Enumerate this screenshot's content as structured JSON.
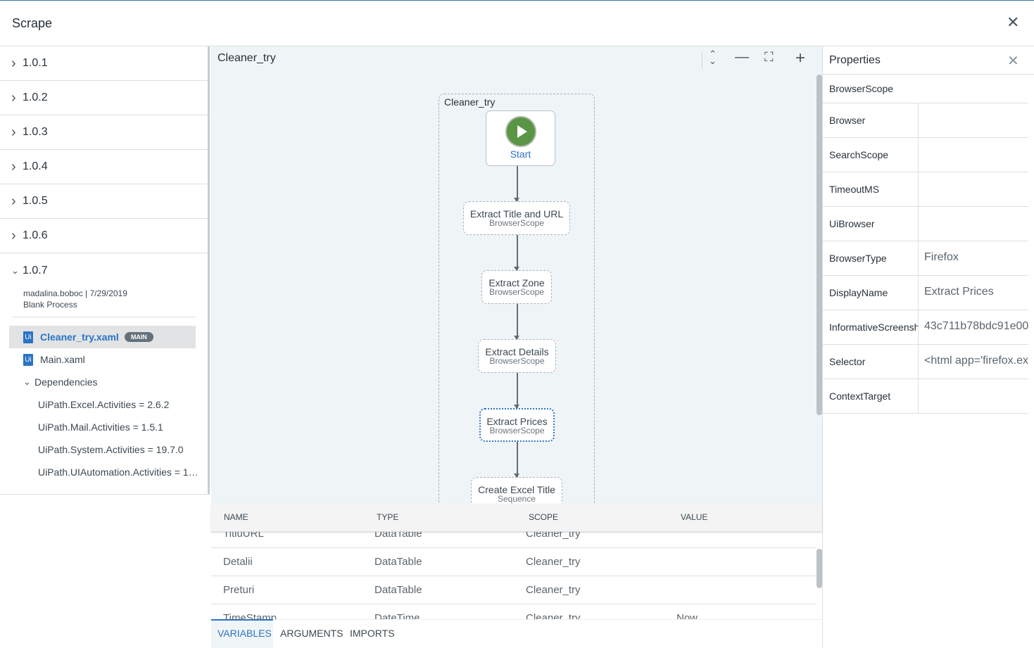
{
  "window": {
    "title": "Scrape"
  },
  "versions": [
    {
      "label": "1.0.1"
    },
    {
      "label": "1.0.2"
    },
    {
      "label": "1.0.3"
    },
    {
      "label": "1.0.4"
    },
    {
      "label": "1.0.5"
    },
    {
      "label": "1.0.6"
    }
  ],
  "expanded": {
    "label": "1.0.7",
    "author_date": "madalina.boboc | 7/29/2019",
    "template": "Blank Process",
    "files": [
      {
        "name": "Cleaner_try.xaml",
        "badge": "MAIN",
        "icon": "Ui"
      },
      {
        "name": "Main.xaml",
        "icon": "Ui"
      }
    ],
    "dependencies_label": "Dependencies",
    "dependencies": [
      "UiPath.Excel.Activities = 2.6.2",
      "UiPath.Mail.Activities = 1.5.1",
      "UiPath.System.Activities = 19.7.0",
      "UiPath.UIAutomation.Activities = 1…"
    ]
  },
  "canvas": {
    "title": "Cleaner_try",
    "sequence": "Cleaner_try",
    "start": "Start",
    "nodes": [
      {
        "title": "Extract Title and URL",
        "type": "BrowserScope"
      },
      {
        "title": "Extract Zone",
        "type": "BrowserScope"
      },
      {
        "title": "Extract Details",
        "type": "BrowserScope"
      },
      {
        "title": "Extract Prices",
        "type": "BrowserScope",
        "selected": true
      },
      {
        "title": "Create Excel Title",
        "type": "Sequence"
      }
    ]
  },
  "variables": {
    "headers": [
      "NAME",
      "TYPE",
      "SCOPE",
      "VALUE"
    ],
    "rows": [
      [
        "TitluURL",
        "DataTable",
        "Cleaner_try",
        ""
      ],
      [
        "Detalii",
        "DataTable",
        "Cleaner_try",
        ""
      ],
      [
        "Preturi",
        "DataTable",
        "Cleaner_try",
        ""
      ],
      [
        "TimeStamp",
        "DateTime",
        "Cleaner_try",
        "Now"
      ]
    ],
    "tabs": [
      "VARIABLES",
      "ARGUMENTS",
      "IMPORTS"
    ],
    "active_tab": "VARIABLES"
  },
  "properties": {
    "title": "Properties",
    "scope": "BrowserScope",
    "rows": [
      [
        "Browser",
        ""
      ],
      [
        "SearchScope",
        ""
      ],
      [
        "TimeoutMS",
        ""
      ],
      [
        "UiBrowser",
        ""
      ],
      [
        "BrowserType",
        "Firefox"
      ],
      [
        "DisplayName",
        "Extract Prices"
      ],
      [
        "InformativeScreenshot",
        "43c711b78bdc91e00"
      ],
      [
        "Selector",
        "<html app='firefox.exe'"
      ],
      [
        "ContextTarget",
        ""
      ]
    ]
  },
  "colors": {
    "accent": "#2b73c4",
    "start": "#5a9445"
  }
}
